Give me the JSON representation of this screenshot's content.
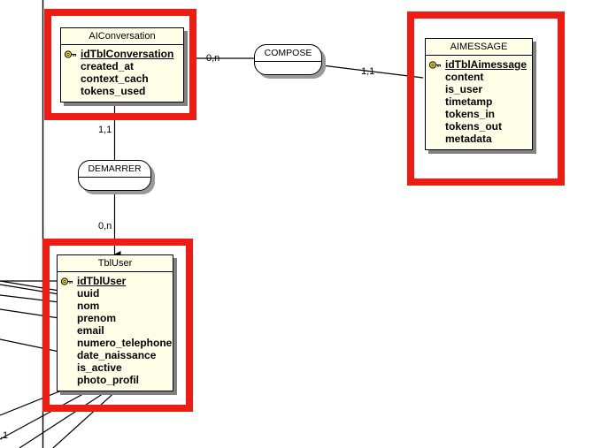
{
  "diagram": {
    "kind": "er-diagram",
    "background": "#ffffff",
    "highlight_color": "#ee1c12",
    "entity_fill": "#ffffe8",
    "relation_fill": "#ffffff"
  },
  "entities": [
    {
      "id": "aiconversation",
      "name": "AIConversation",
      "attributes": [
        {
          "label": "idTblConversation",
          "pk": true
        },
        {
          "label": "created_at",
          "pk": false
        },
        {
          "label": "context_cach",
          "pk": false
        },
        {
          "label": "tokens_used",
          "pk": false
        }
      ]
    },
    {
      "id": "aimessage",
      "name": "AIMESSAGE",
      "attributes": [
        {
          "label": "idTblAimessage",
          "pk": true
        },
        {
          "label": "content",
          "pk": false
        },
        {
          "label": "is_user",
          "pk": false
        },
        {
          "label": "timetamp",
          "pk": false
        },
        {
          "label": "tokens_in",
          "pk": false
        },
        {
          "label": "tokens_out",
          "pk": false
        },
        {
          "label": "metadata",
          "pk": false
        }
      ]
    },
    {
      "id": "tbluser",
      "name": "TblUser",
      "attributes": [
        {
          "label": "idTblUser",
          "pk": true
        },
        {
          "label": "uuid",
          "pk": false
        },
        {
          "label": "nom",
          "pk": false
        },
        {
          "label": "prenom",
          "pk": false
        },
        {
          "label": "email",
          "pk": false
        },
        {
          "label": "numero_telephone",
          "pk": false
        },
        {
          "label": "date_naissance",
          "pk": false
        },
        {
          "label": "is_active",
          "pk": false
        },
        {
          "label": "photo_profil",
          "pk": false
        }
      ]
    }
  ],
  "relations": [
    {
      "id": "compose",
      "name": "COMPOSE"
    },
    {
      "id": "demarrer",
      "name": "DEMARRER"
    }
  ],
  "cardinalities": [
    {
      "id": "compose-left",
      "text": "0,n"
    },
    {
      "id": "compose-right",
      "text": "1,1"
    },
    {
      "id": "demarrer-top",
      "text": "1,1"
    },
    {
      "id": "demarrer-bottom",
      "text": "0,n"
    },
    {
      "id": "bottom-left-partial",
      "text": ",1"
    }
  ],
  "icons": {
    "primary_key": "key-icon"
  }
}
